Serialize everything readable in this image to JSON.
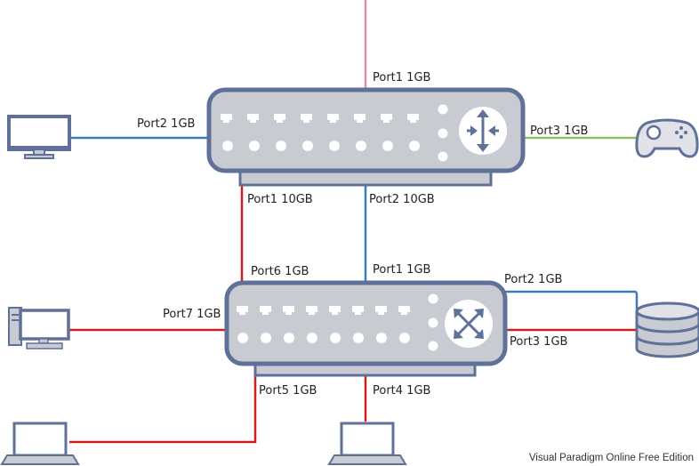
{
  "colors": {
    "blue": "#3a7db8",
    "red": "#cc1f1f",
    "green": "#8cc068",
    "pink": "#e38aad",
    "device_fill": "#c9cbd3",
    "device_stroke": "#5f7198",
    "icon_fill": "#ffffff"
  },
  "links": {
    "top_uplink": "Port1 1GB",
    "top_to_monitor": "Port2 1GB",
    "top_to_gamepad": "Port3 1GB",
    "top_port1_10gb": "Port1 10GB",
    "top_port2_10gb": "Port2 10GB",
    "switch_port6": "Port6 1GB",
    "switch_port1": "Port1 1GB",
    "switch_port2": "Port2 1GB",
    "switch_port3": "Port3 1GB",
    "switch_port7": "Port7 1GB",
    "switch_port5": "Port5 1GB",
    "switch_port4": "Port4 1GB"
  },
  "devices": {
    "top_router_icon": "router-arrows-icon",
    "bottom_switch_icon": "switch-arrows-icon",
    "monitor_icon": "monitor-icon",
    "gamepad_icon": "gamepad-icon",
    "desktop_icon": "desktop-pc-icon",
    "database_icon": "database-icon",
    "laptop_icon": "laptop-icon"
  },
  "watermark": "Visual Paradigm Online Free Edition"
}
